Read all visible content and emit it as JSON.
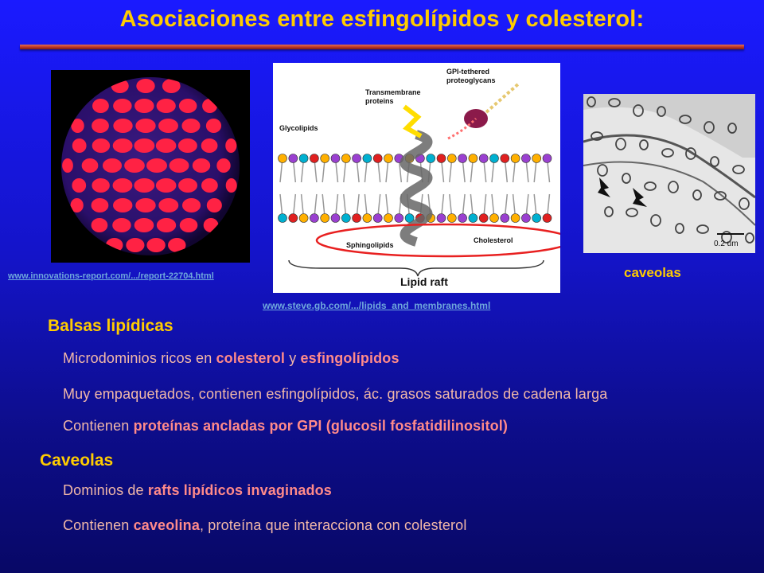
{
  "title": "Asociaciones entre esfingolípidos y colesterol:",
  "images": {
    "sphere": {
      "credit": "www.innovations-report.com/.../report-22704.html"
    },
    "diagram": {
      "credit": "www.steve.gb.com/.../lipids_and_membranes.html",
      "labels": {
        "gpi": "GPI-tethered",
        "gpi2": "proteoglycans",
        "transmembrane": "Transmembrane",
        "transmembrane2": "proteins",
        "glycolipids": "Glycolipids",
        "sphingolipids": "Sphingolipids",
        "cholesterol": "Cholesterol",
        "raft": "Lipid raft"
      }
    },
    "micrograph": {
      "caption": "caveolas",
      "scale": "0.2 um"
    }
  },
  "sections": {
    "balsas": {
      "heading": "Balsas lipídicas",
      "line1": {
        "a": "Microdominios ricos en ",
        "b": "colesterol",
        "c": " y ",
        "d": "esfingolípidos"
      },
      "line2": "Muy empaquetados, contienen esfingolípidos, ác. grasos saturados de cadena larga",
      "line3": {
        "a": "Contienen ",
        "b": "proteínas ancladas por GPI (glucosil fosfatidilinositol)"
      }
    },
    "caveolas": {
      "heading": "Caveolas",
      "line1": {
        "a": "Dominios de ",
        "b": "rafts lipídicos invaginados"
      },
      "line2": {
        "a": "Contienen ",
        "b": "caveolina",
        "c": ", proteína que interacciona con colesterol"
      }
    }
  }
}
